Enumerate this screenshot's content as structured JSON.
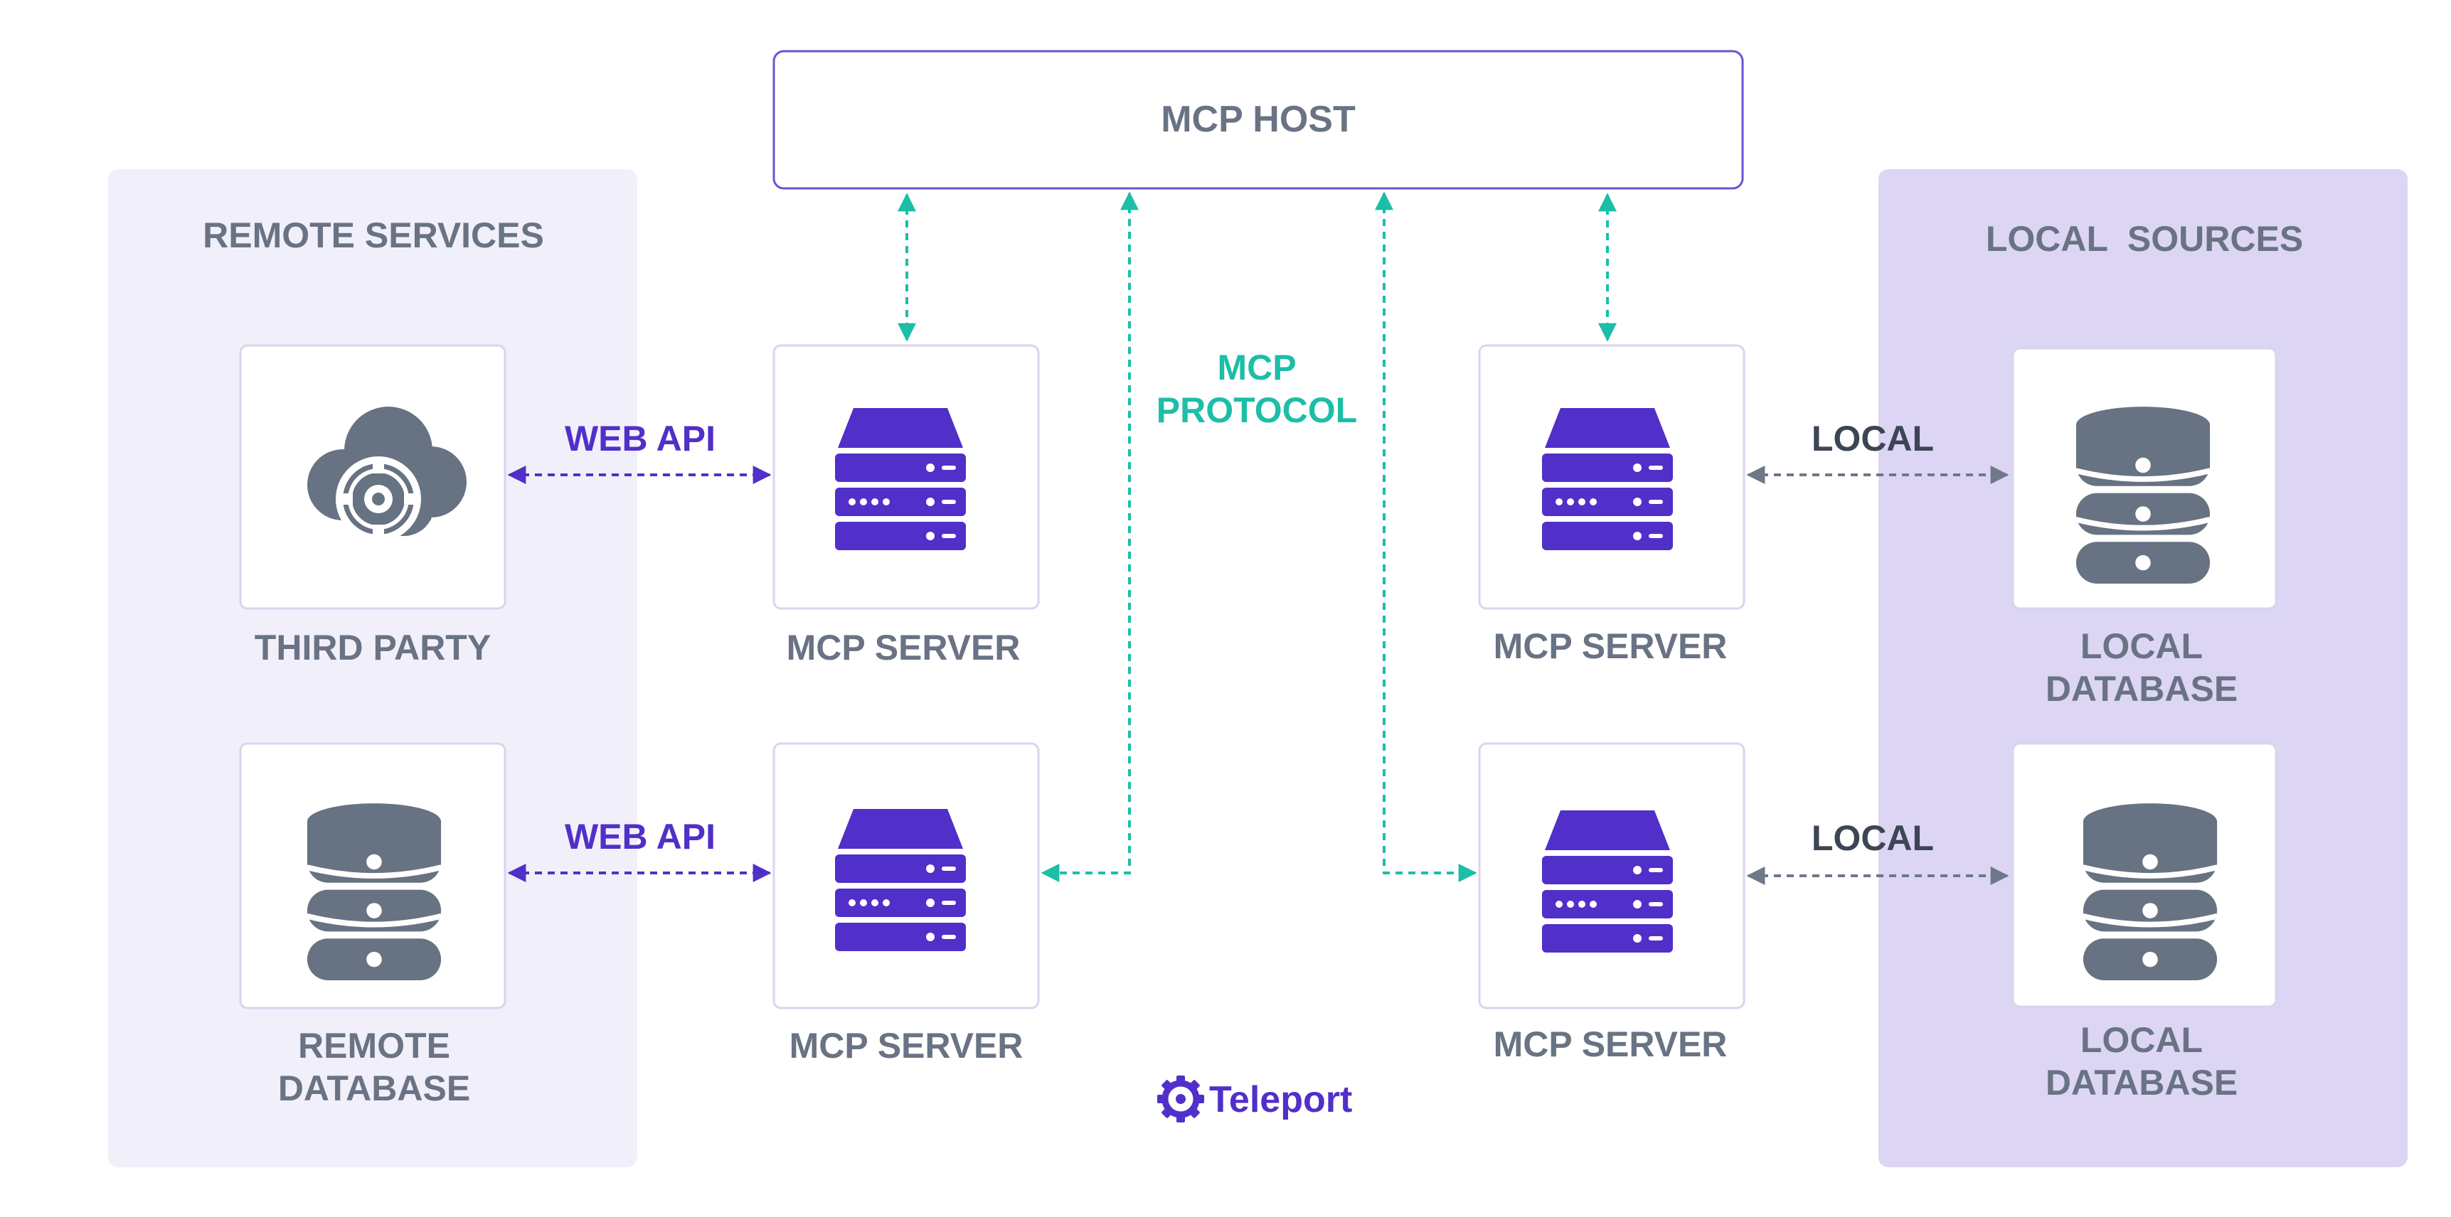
{
  "colors": {
    "remote_panel_bg": "#f1effa",
    "local_panel_bg": "#dcd6f4",
    "host_border": "#6a53d6",
    "box_border": "#d9d4ee",
    "text_gray": "#697384",
    "icon_gray": "#677382",
    "server_purple": "#512fc9",
    "web_api_purple": "#512fc9",
    "protocol_teal": "#1cbea8",
    "local_arrow_gray": "#6e7888",
    "local_text_dark": "#3c4654"
  },
  "host": {
    "label": "MCP HOST"
  },
  "remote_panel": {
    "title": "REMOTE SERVICES"
  },
  "local_panel": {
    "title": "LOCAL  SOURCES"
  },
  "protocol": {
    "line1": "MCP",
    "line2": "PROTOCOL"
  },
  "nodes": {
    "third_party": {
      "label": "THIRD PARTY",
      "icon": "cloud-gear-icon"
    },
    "remote_database": {
      "line1": "REMOTE",
      "line2": "DATABASE",
      "icon": "database-icon"
    },
    "server_tl": {
      "label": "MCP SERVER",
      "icon": "server-icon"
    },
    "server_bl": {
      "label": "MCP SERVER",
      "icon": "server-icon"
    },
    "server_tr": {
      "label": "MCP SERVER",
      "icon": "server-icon"
    },
    "server_br": {
      "label": "MCP SERVER",
      "icon": "server-icon"
    },
    "local_db_top": {
      "line1": "LOCAL",
      "line2": "DATABASE",
      "icon": "database-icon"
    },
    "local_db_bottom": {
      "line1": "LOCAL",
      "line2": "DATABASE",
      "icon": "database-icon"
    }
  },
  "connections": {
    "web_api_top": "WEB API",
    "web_api_bottom": "WEB API",
    "local_top": "LOCAL",
    "local_bottom": "LOCAL"
  },
  "brand": {
    "name": "Teleport",
    "icon": "teleport-gear-icon"
  }
}
